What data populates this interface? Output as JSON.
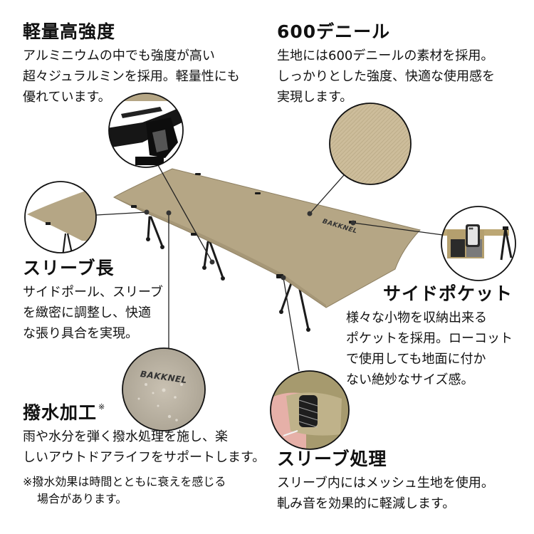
{
  "product": {
    "type": "camping cot",
    "brand_logo": "BAKKNEL",
    "colors": {
      "fabric": "#b5a685",
      "fabric_shadow": "#9d8e6e",
      "frame": "#1b1b1b",
      "leader_line": "#222222",
      "text": "#111111"
    }
  },
  "features": {
    "lightweight": {
      "title": "軽量高強度",
      "body": "アルミニウムの中でも強度が高い\n超々ジュラルミンを採用。軽量性にも\n優れています。",
      "inset": "frame-joint-closeup"
    },
    "denier": {
      "title": "600デニール",
      "body": "生地には600デニールの素材を採用。\nしっかりとした強度、快適な使用感を\n実現します。",
      "inset": "fabric-texture-closeup"
    },
    "sleeve_length": {
      "title": "スリーブ長",
      "body": "サイドポール、スリーブ\nを緻密に調整し、快適\nな張り具合を実現。",
      "inset": "cot-head-end-closeup"
    },
    "side_pocket": {
      "title": "サイドポケット",
      "body": "様々な小物を収納出来る\nポケットを採用。ローコット\nで使用しても地面に付か\nない絶妙なサイズ感。",
      "inset": "side-pocket-with-phone"
    },
    "water_repellent": {
      "title": "撥水加工",
      "title_mark": "※",
      "body": "雨や水分を弾く撥水処理を施し、楽\nしいアウトドアライフをサポートします。",
      "note": "※撥水効果は時間とともに衰えを感じる\n場合があります。",
      "inset": "water-droplets-on-fabric"
    },
    "sleeve_treatment": {
      "title": "スリーブ処理",
      "body": "スリーブ内にはメッシュ生地を使用。\n軋み音を効果的に軽減します。",
      "inset": "mesh-sleeve-closeup"
    }
  }
}
